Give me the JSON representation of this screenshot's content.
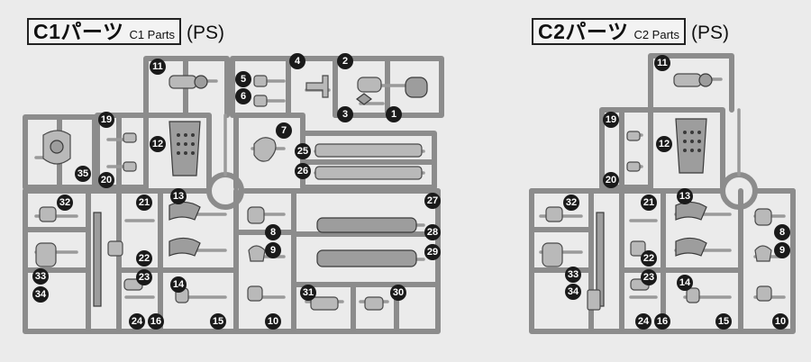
{
  "sheets": [
    {
      "code": "C1パーツ",
      "sub": "C1 Parts",
      "material": "(PS)",
      "labels": [
        "11",
        "5",
        "4",
        "2",
        "6",
        "3",
        "1",
        "19",
        "7",
        "12",
        "25",
        "26",
        "35",
        "20",
        "13",
        "32",
        "21",
        "27",
        "8",
        "9",
        "28",
        "22",
        "29",
        "23",
        "33",
        "14",
        "34",
        "31",
        "30",
        "24",
        "16",
        "15",
        "10"
      ]
    },
    {
      "code": "C2パーツ",
      "sub": "C2 Parts",
      "material": "(PS)",
      "labels": [
        "11",
        "19",
        "12",
        "20",
        "13",
        "32",
        "21",
        "8",
        "9",
        "22",
        "33",
        "23",
        "14",
        "34",
        "24",
        "16",
        "15",
        "10"
      ]
    }
  ]
}
